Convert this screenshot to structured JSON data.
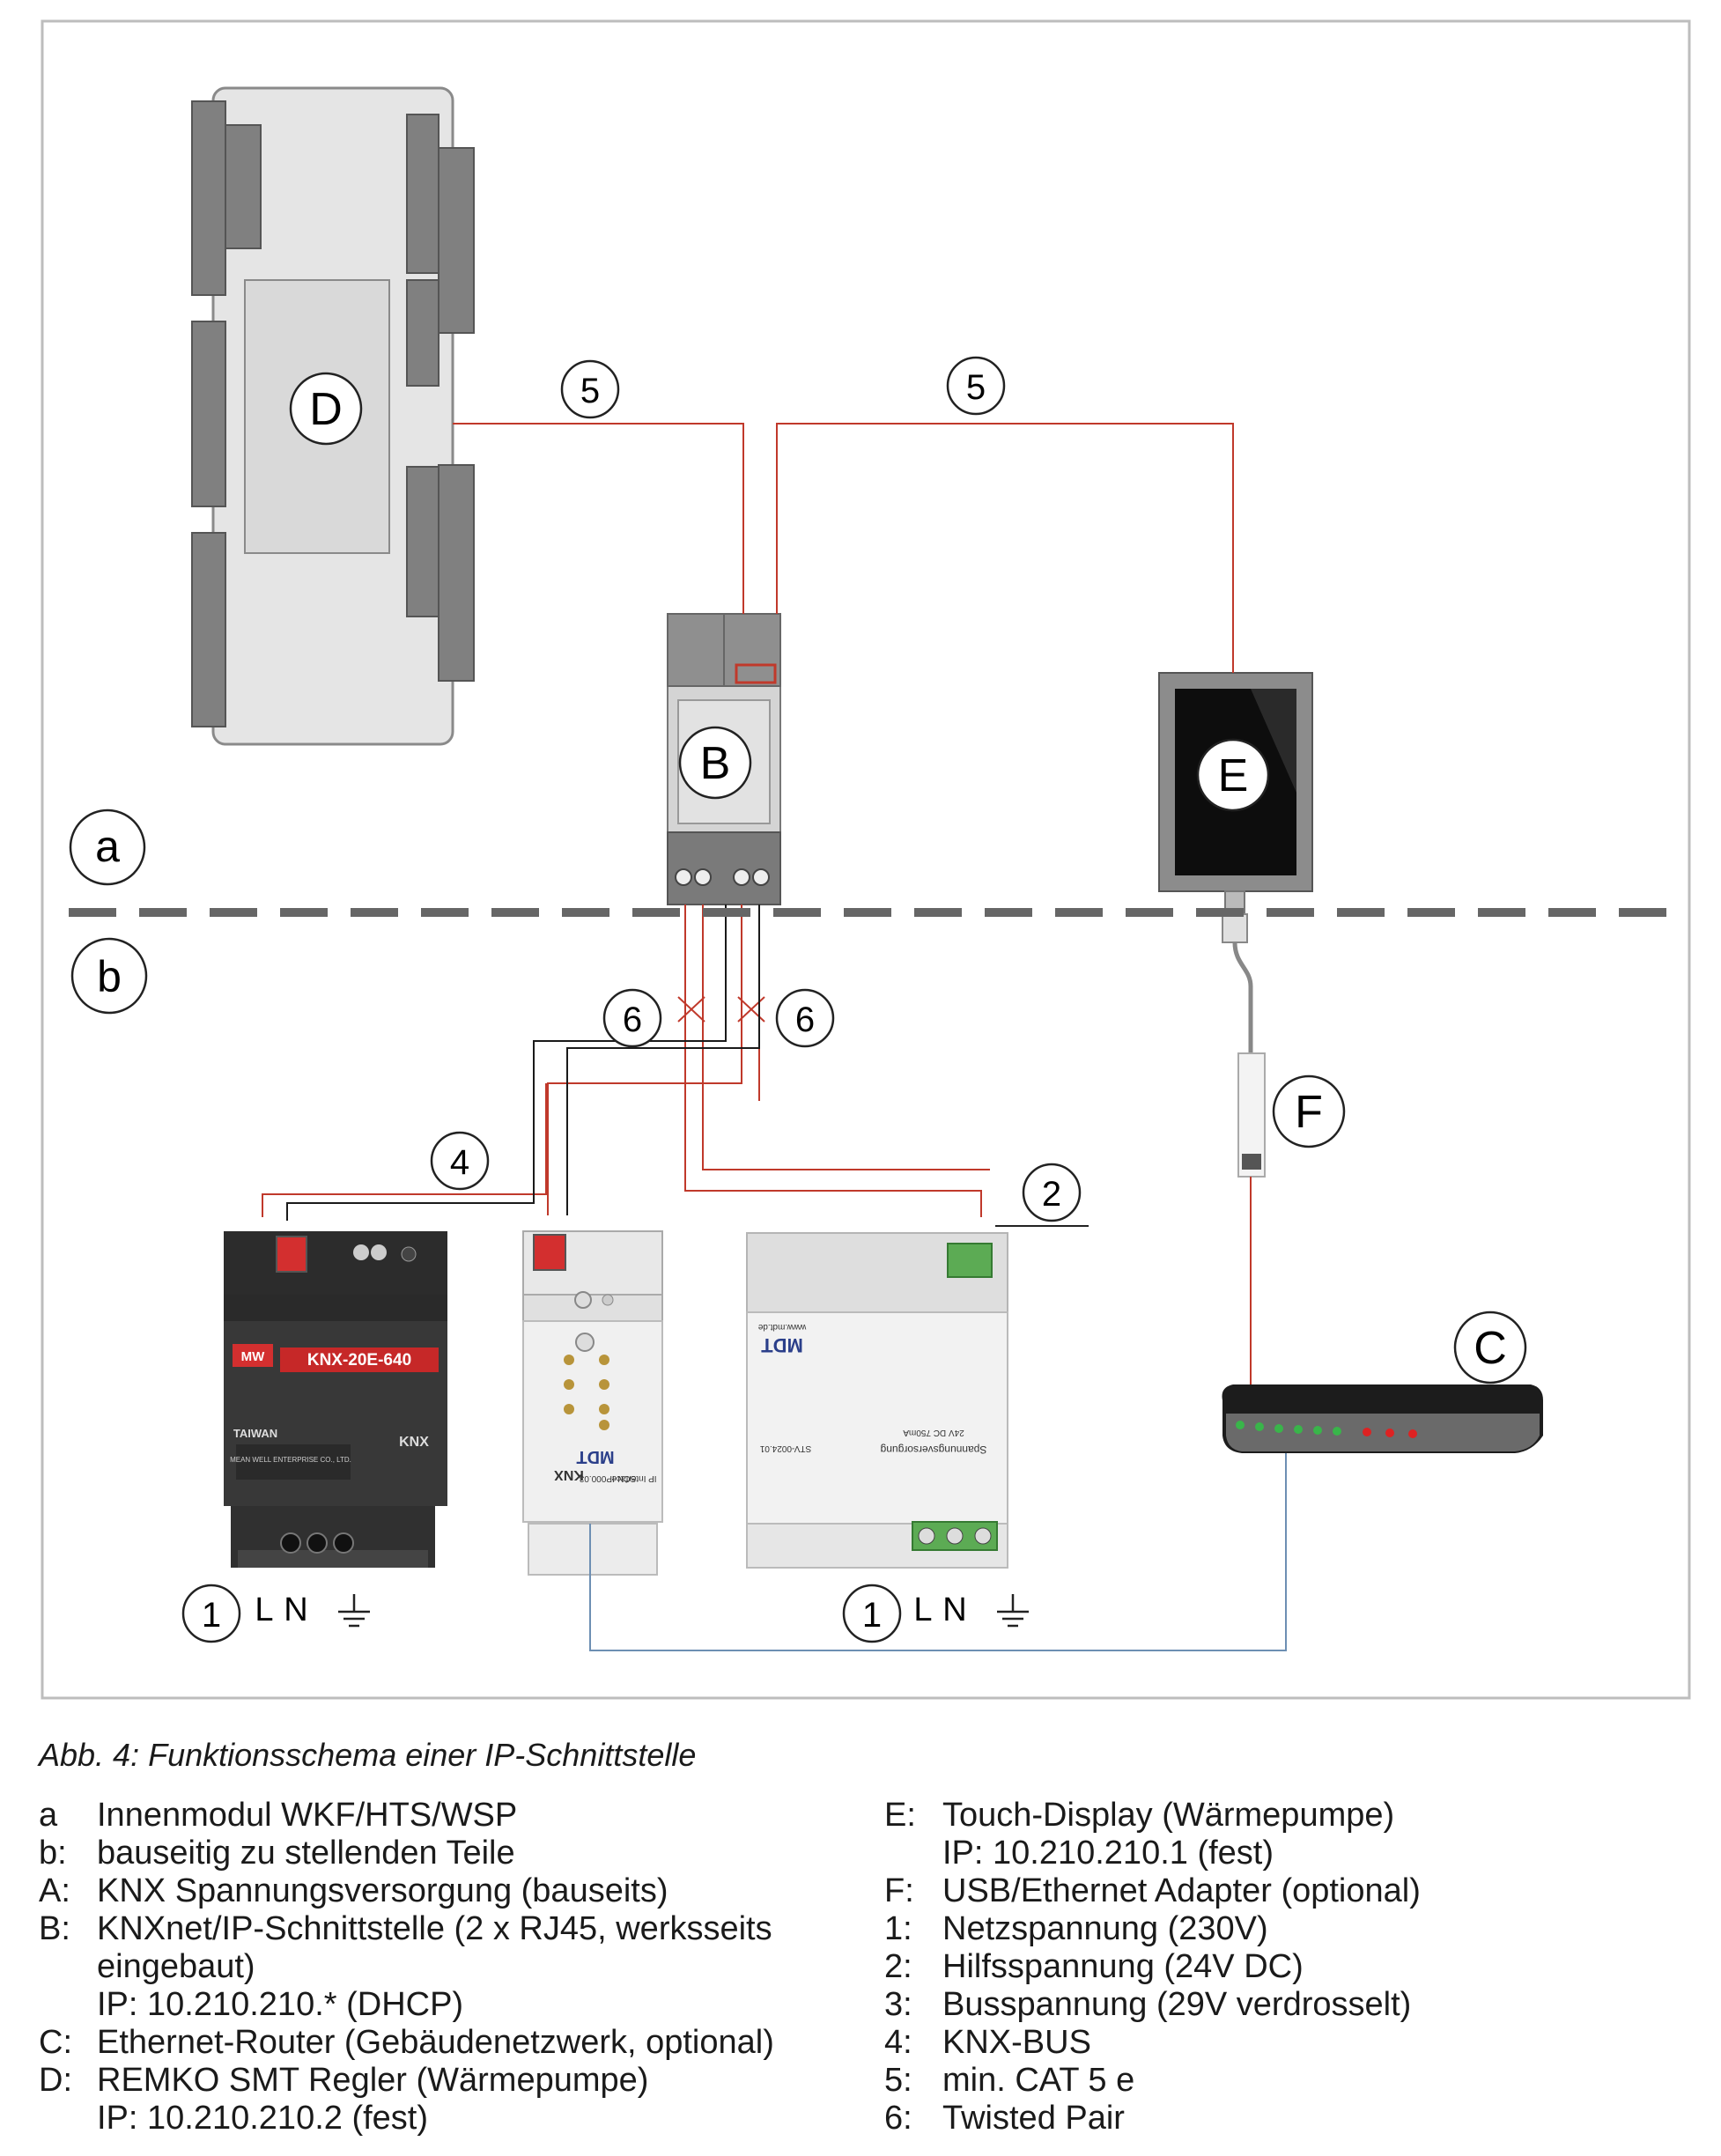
{
  "markers": {
    "a": "a",
    "b": "b",
    "B": "B",
    "C": "C",
    "D": "D",
    "E": "E",
    "F": "F",
    "n1": "1",
    "n2": "2",
    "n4": "4",
    "n5": "5",
    "n6": "6"
  },
  "psu": {
    "model": "KNX-20E-640",
    "brand": "MW",
    "origin": "TAIWAN",
    "knx": "KNX",
    "maker": "MEAN WELL ENTERPRISE CO., LTD."
  },
  "ip_module": {
    "brand": "MDT",
    "knx": "KNX",
    "model": "SCN-IP000.03",
    "desc": "IP Interface"
  },
  "supply_module": {
    "brand": "MDT",
    "web": "www.mdt.de",
    "model": "STV-0024.01",
    "desc": "Spannungsversorgung",
    "rating": "24V DC 750mA"
  },
  "terminals": {
    "L": "L",
    "N": "N"
  },
  "caption": "Abb. 4: Funktionsschema einer IP-Schnittstelle",
  "legend_left": [
    {
      "key": "a",
      "text": "Innenmodul WKF/HTS/WSP"
    },
    {
      "key": "b:",
      "text": "bauseitig zu stellenden Teile"
    },
    {
      "key": "A:",
      "text": "KNX Spannungsversorgung (bauseits)"
    },
    {
      "key": "B:",
      "text": "KNXnet/IP-Schnittstelle (2 x RJ45, werksseits"
    },
    {
      "key": "",
      "text": "eingebaut)"
    },
    {
      "key": "",
      "text": "IP: 10.210.210.* (DHCP)"
    },
    {
      "key": "C:",
      "text": "Ethernet-Router (Gebäudenetzwerk, optional)"
    },
    {
      "key": "D:",
      "text": "REMKO SMT Regler (Wärmepumpe)"
    },
    {
      "key": "",
      "text": "IP: 10.210.210.2 (fest)"
    }
  ],
  "legend_right": [
    {
      "key": "E:",
      "text": "Touch-Display (Wärmepumpe)"
    },
    {
      "key": "",
      "text": "IP: 10.210.210.1 (fest)"
    },
    {
      "key": "F:",
      "text": "USB/Ethernet Adapter (optional)"
    },
    {
      "key": "1:",
      "text": "Netzspannung (230V)"
    },
    {
      "key": "2:",
      "text": "Hilfsspannung (24V DC)"
    },
    {
      "key": "3:",
      "text": "Busspannung (29V verdrosselt)"
    },
    {
      "key": "4:",
      "text": "KNX-BUS"
    },
    {
      "key": "5:",
      "text": "min. CAT 5 e"
    },
    {
      "key": "6:",
      "text": "Twisted Pair"
    }
  ]
}
